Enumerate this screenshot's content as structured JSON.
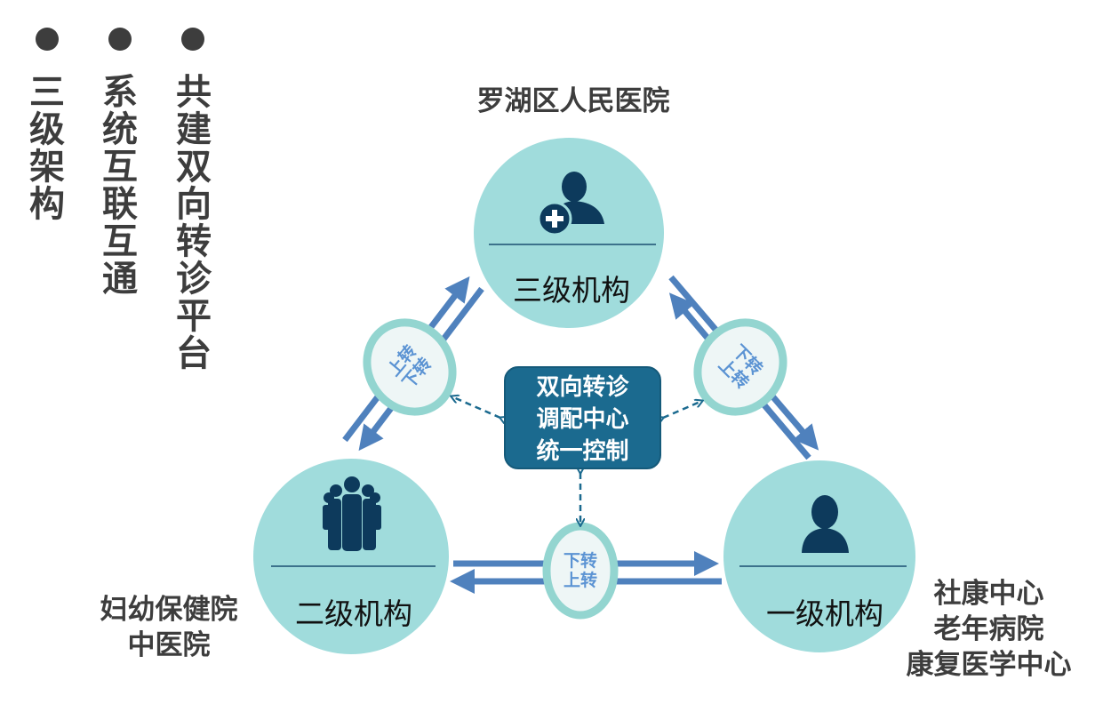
{
  "features": [
    "三级架构",
    "系统互联互通",
    "共建双向转诊平台"
  ],
  "top_node": {
    "title": "三级机构",
    "label": "罗湖区人民医院"
  },
  "left_node": {
    "title": "二级机构",
    "label_lines": [
      "妇幼保健院",
      "中医院"
    ]
  },
  "right_node": {
    "title": "一级机构",
    "label_lines": [
      "社康中心",
      "老年病院",
      "康复医学中心"
    ]
  },
  "center": {
    "lines": [
      "双向转诊",
      "调配中心",
      "统一控制"
    ]
  },
  "transfer_left": [
    "上转",
    "下转"
  ],
  "transfer_right": [
    "下转",
    "上转"
  ],
  "transfer_bottom": [
    "下转",
    "上转"
  ],
  "colors": {
    "circle": "#a0dcdc",
    "arrow": "#4f81bd",
    "center": "#1b6a8f",
    "icon": "#0d3a5c"
  }
}
